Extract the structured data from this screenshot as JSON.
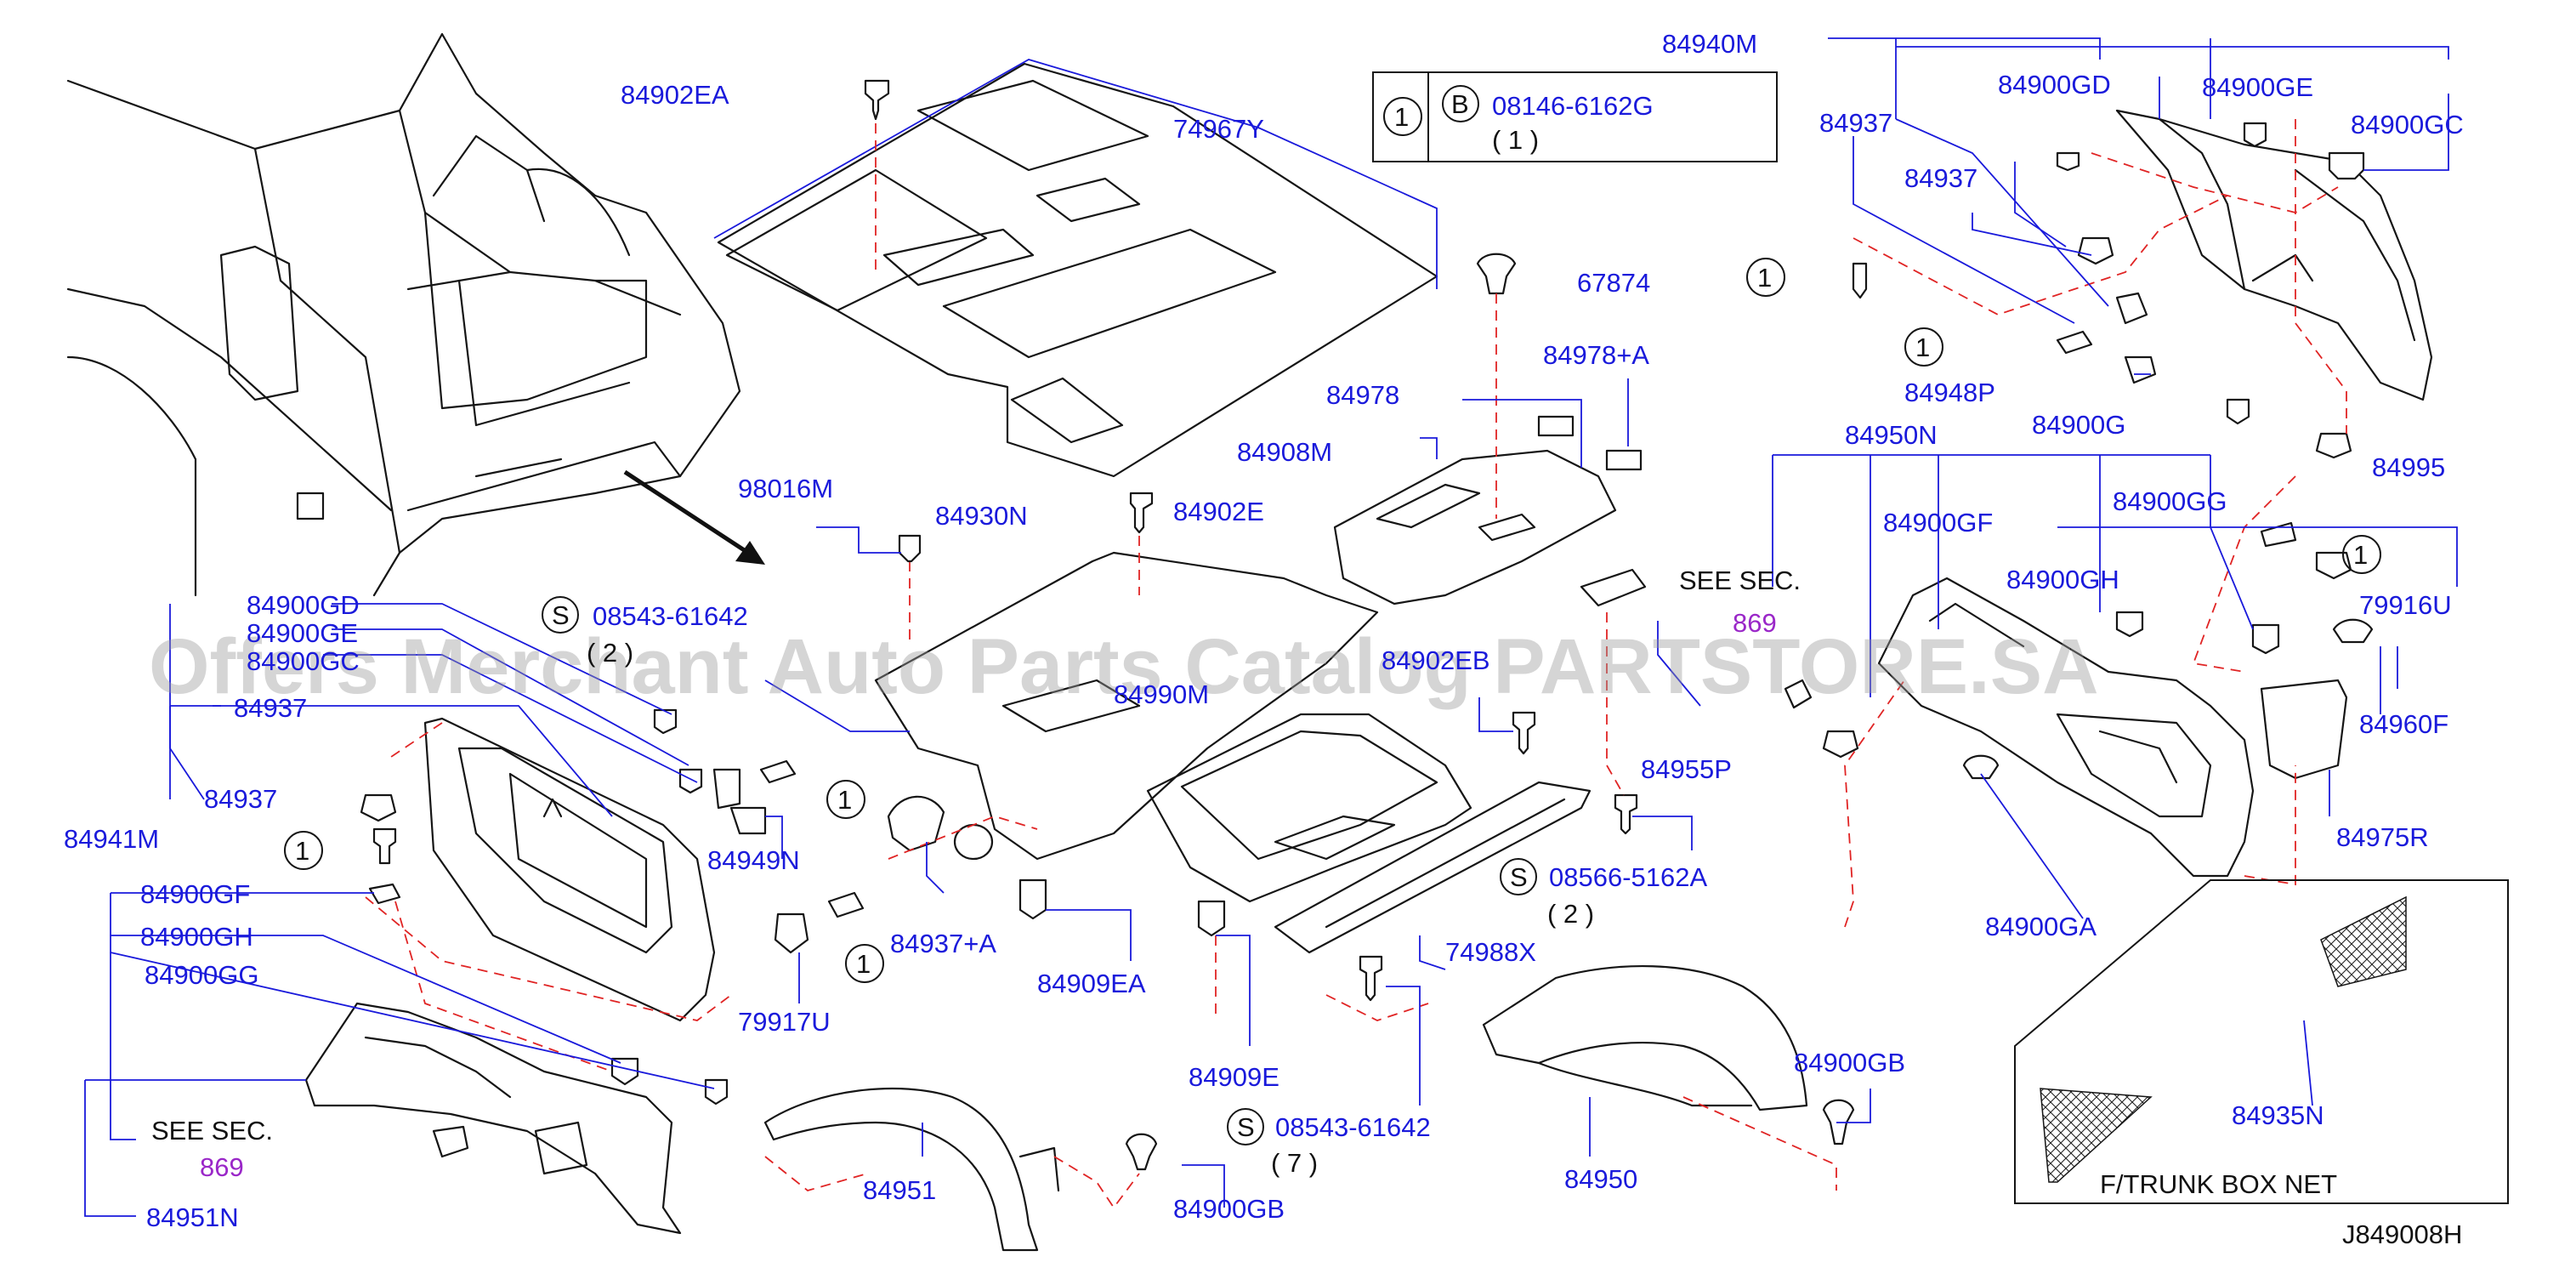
{
  "callouts": {
    "c84902EA": "84902EA",
    "c74967Y": "74967Y",
    "c84940M": "84940M",
    "c84937_a": "84937",
    "c84900GD_a": "84900GD",
    "c84900GE_a": "84900GE",
    "c84900GC_a": "84900GC",
    "c84937_b": "84937",
    "c67874": "67874",
    "c84978A": "84978+A",
    "c84978": "84978",
    "c84908M": "84908M",
    "c84948P": "84948P",
    "c84900G": "84900G",
    "c84950N": "84950N",
    "c84995": "84995",
    "c84900GG_a": "84900GG",
    "c98016M": "98016M",
    "c84930N": "84930N",
    "c84902E": "84902E",
    "c84900GF_a": "84900GF",
    "c84900GH_a": "84900GH",
    "c79916U": "79916U",
    "c84900GD_b": "84900GD",
    "c84900GE_b": "84900GE",
    "c84900GC_b": "84900GC",
    "c84937_c": "84937",
    "c84990M": "84990M",
    "c84902EB": "84902EB",
    "c84960F": "84960F",
    "c84937_d": "84937",
    "c84955P": "84955P",
    "c84941M": "84941M",
    "c84949N": "84949N",
    "c84975R": "84975R",
    "c84937A": "84937+A",
    "c84900GF_b": "84900GF",
    "c84909EA": "84909EA",
    "c84900GH_b": "84900GH",
    "c74988X": "74988X",
    "c84900GG_b": "84900GG",
    "c84900GA": "84900GA",
    "c79917U": "79917U",
    "c84909E": "84909E",
    "c84900GB_a": "84900GB",
    "c84935N": "84935N",
    "c84951": "84951",
    "c84900GB_b": "84900GB",
    "c84950": "84950",
    "c84951N": "84951N"
  },
  "bolt_specs": {
    "b08146": {
      "letter": "B",
      "num": "08146-6162G",
      "qty": "( 1 )"
    },
    "s08543a": {
      "letter": "S",
      "num": "08543-61642",
      "qty": "( 2 )"
    },
    "s08566": {
      "letter": "S",
      "num": "08566-5162A",
      "qty": "( 2 )"
    },
    "s08543b": {
      "letter": "S",
      "num": "08543-61642",
      "qty": "( 7 )"
    }
  },
  "ref_marker": "1",
  "see_sec": {
    "label_right": "SEE  SEC.",
    "num_right": "869",
    "label_left": "SEE  SEC.",
    "num_left": "869"
  },
  "inset_caption": "F/TRUNK  BOX  NET",
  "diagram_code": "J849008H",
  "watermark": "Offers Merchant Auto Parts Catalog PARTSTORE.SA",
  "colors": {
    "callout": "#1a1adb",
    "dash": "#e02424",
    "section": "#9a27c8",
    "line": "#151515"
  }
}
